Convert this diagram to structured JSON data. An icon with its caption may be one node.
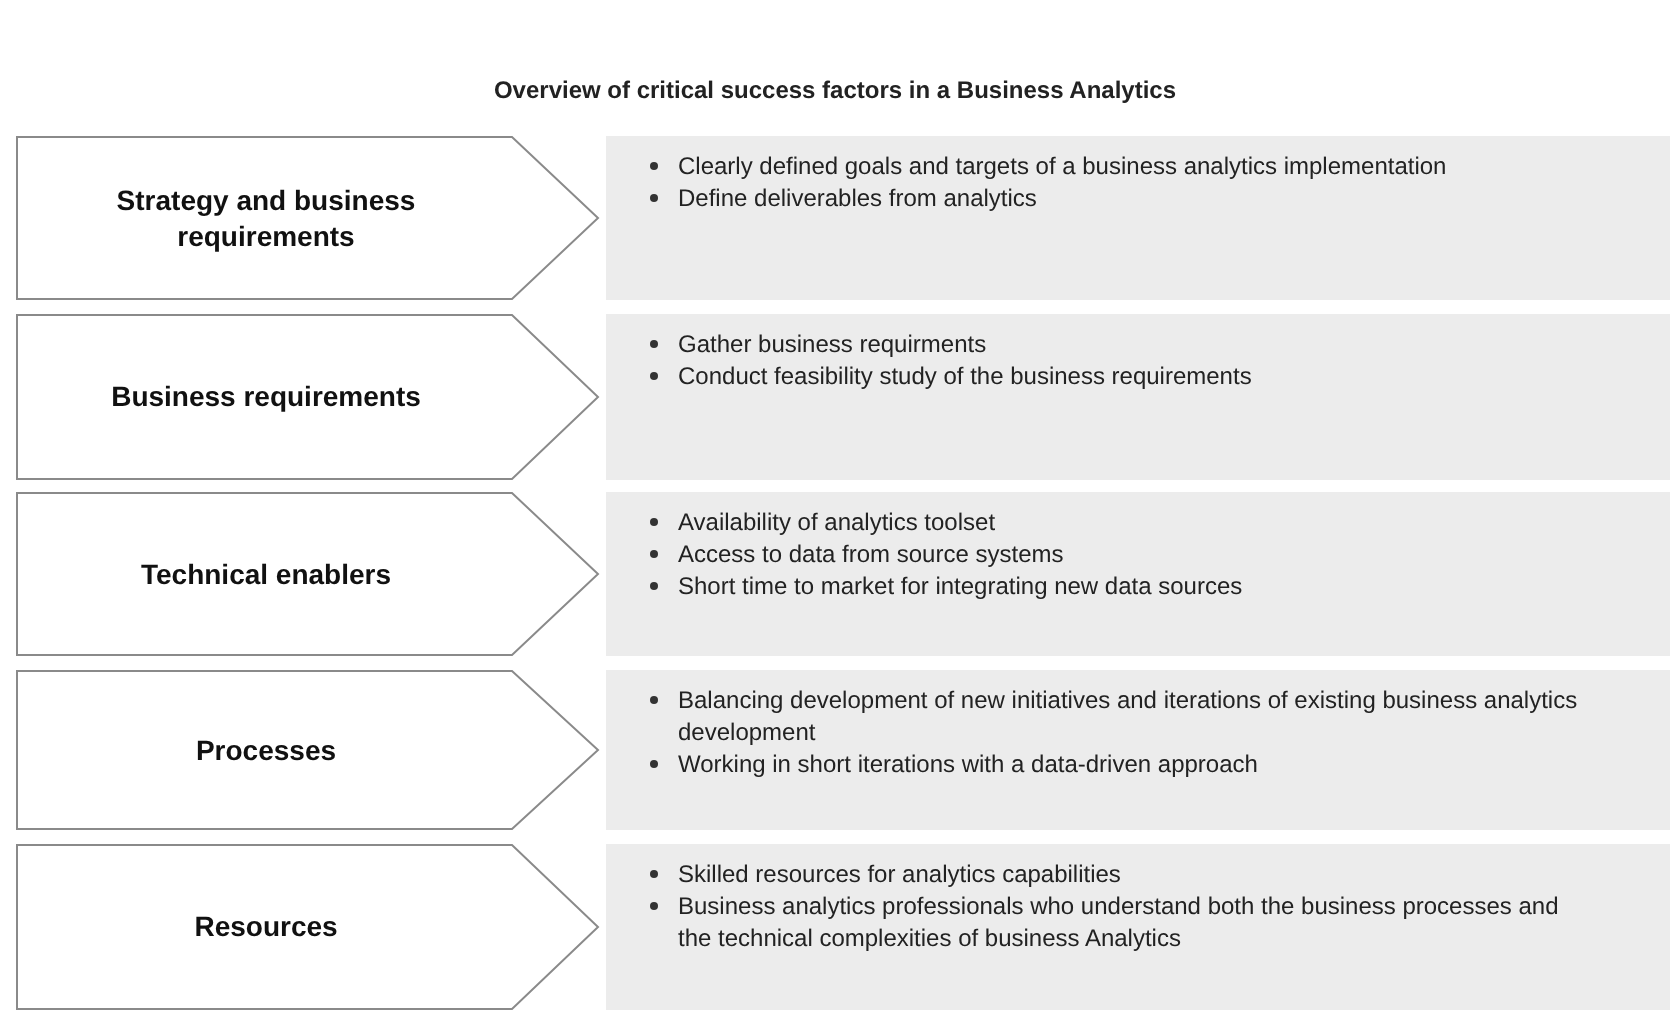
{
  "diagram": {
    "title": "Overview of critical success factors in a Business Analytics",
    "nodes": [
      {
        "text": [
          "Strategy and business requirements"
        ]
      },
      {
        "text": [
          "Clearly defined goals and targets of a business analytics implementation",
          "Define deliverables from analytics"
        ]
      },
      {
        "text": [
          "Business requirements"
        ]
      },
      {
        "text": [
          "Gather business requirments",
          "Conduct feasibility study of the business requirements"
        ]
      },
      {
        "text": [
          "Technical enablers"
        ]
      },
      {
        "text": [
          "Availability of analytics toolset",
          "Access to data from source systems",
          "Short time to market for integrating new data sources"
        ]
      },
      {
        "text": [
          "Processes"
        ]
      },
      {
        "text": [
          "Balancing development of new initiatives and iterations of existing business analytics development",
          "Working in short iterations with a data-driven approach"
        ]
      },
      {
        "text": [
          "Resources"
        ]
      },
      {
        "text": [
          "Skilled resources for analytics capabilities",
          "Business analytics professionals who understand both the business processes and the technical complexities of business Analytics"
        ]
      }
    ]
  }
}
